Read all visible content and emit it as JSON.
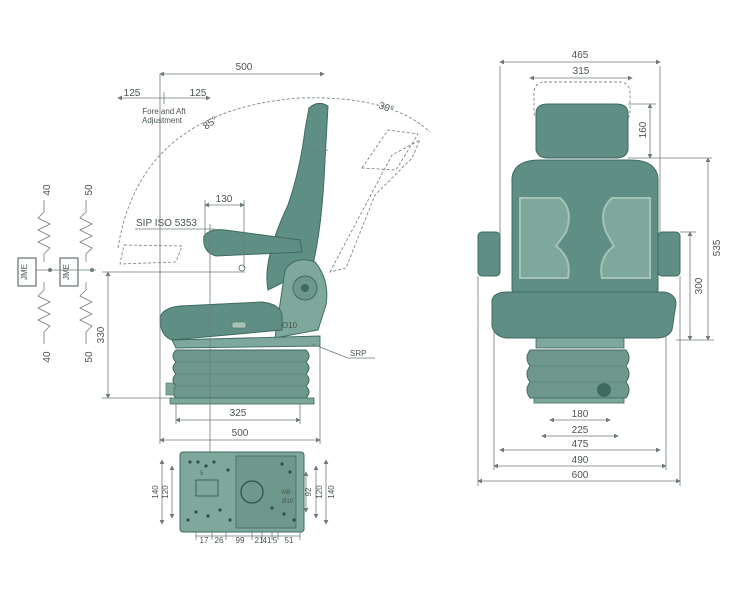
{
  "colors": {
    "upholstery": "#5f8f84",
    "upholstery_dark": "#3f6a60",
    "base": "#7fa89c",
    "line": "#6f7c78",
    "text": "#4a5450"
  },
  "side_view": {
    "top_width": "500",
    "fore_aft_left": "125",
    "fore_aft_right": "125",
    "fore_aft_label_1": "Fore and Aft",
    "fore_aft_label_2": "Adjustment",
    "angle_85": "85°",
    "angle_30": "30°",
    "armrest_width": "130",
    "sip_label": "SIP ISO 5353",
    "height_330": "330",
    "srp_label": "SRP",
    "marking_o10": "O10",
    "base_width": "325",
    "bottom_width": "500"
  },
  "suspension_icons": {
    "left_top": "40",
    "left_bottom": "40",
    "right_top": "50",
    "right_bottom": "50",
    "badge_left": "JME",
    "badge_right": "JME"
  },
  "front_view": {
    "outer_top": "465",
    "headrest_width": "315",
    "headrest_height": "160",
    "total_height": "535",
    "armrest_height": "300",
    "w_180": "180",
    "w_225": "225",
    "w_475": "475",
    "w_490": "490",
    "w_600": "600"
  },
  "base_plate": {
    "left_outer": "140",
    "left_inner": "120",
    "right_outer": "140",
    "right_inner": "120",
    "inner_92": "92",
    "bottom_17": "17",
    "bottom_26": "26",
    "bottom_99": "99",
    "bottom_21": "21",
    "bottom_41": "41",
    "bottom_5": "5",
    "bottom_51": "51",
    "hole_m8": "M8",
    "hole_o10": "Ø10",
    "label_5": "5"
  }
}
